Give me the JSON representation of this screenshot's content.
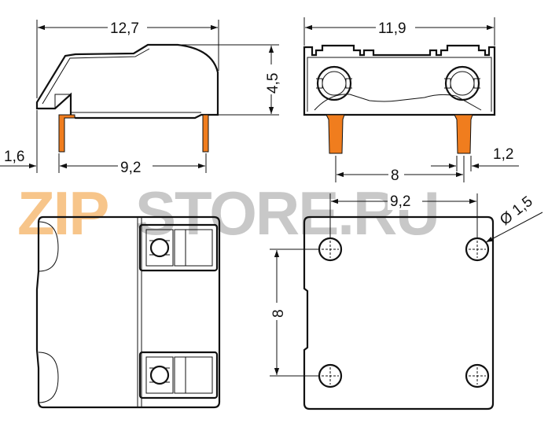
{
  "watermark": {
    "text_left": "ZIP",
    "text_right": "STORE.RU",
    "color_left": "#f7c58a",
    "color_right": "#c8c8c8"
  },
  "dimensions": {
    "side_length": "12,7",
    "side_height": "4,5",
    "side_pin_offset": "1,6",
    "side_pin_span": "9,2",
    "front_width": "11,9",
    "front_pin_pitch": "8",
    "front_pin_width": "1,2",
    "footprint_span_x": "9,2",
    "footprint_span_y": "8",
    "hole_diameter": "Ø 1,5"
  },
  "colors": {
    "pin": "#f07d1e",
    "outline": "#111111"
  }
}
